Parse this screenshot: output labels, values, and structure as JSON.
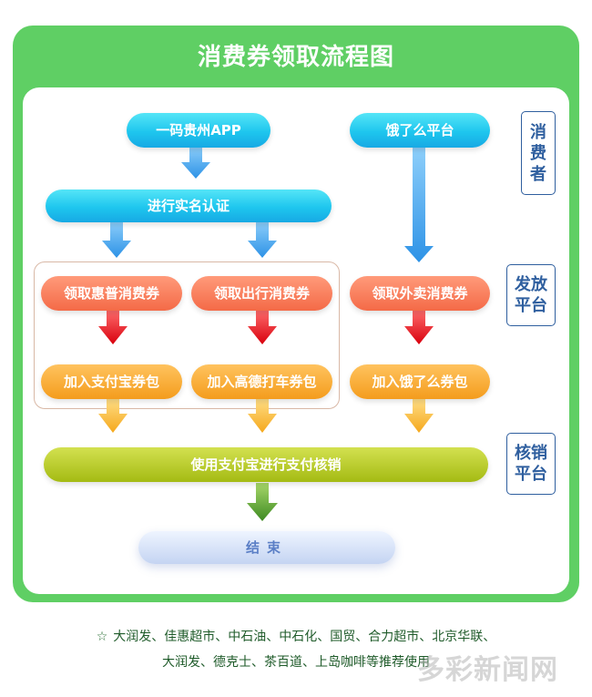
{
  "title": "消费券领取流程图",
  "nodes": {
    "guizhou_app": "一码贵州APP",
    "eleme": "饿了么平台",
    "realname": "进行实名认证",
    "coupon_general": "领取惠普消费券",
    "coupon_travel": "领取出行消费券",
    "coupon_takeout": "领取外卖消费券",
    "alipay_wallet": "加入支付宝券包",
    "gaode_wallet": "加入高德打车券包",
    "eleme_wallet": "加入饿了么券包",
    "alipay_pay": "使用支付宝进行支付核销",
    "end": "结束"
  },
  "side_labels": {
    "consumer": [
      "消",
      "费",
      "者"
    ],
    "issue_platform": [
      "发放",
      "平台"
    ],
    "verify_platform": [
      "核销",
      "平台"
    ]
  },
  "footer": {
    "star": "☆",
    "line1": "大润发、佳惠超市、中石油、中石化、国贸、合力超市、北京华联、",
    "line2": "大润发、德克士、茶百道、上岛咖啡等推荐使用"
  },
  "watermark": "多彩新闻网",
  "colors": {
    "frame_green": "#5fcf64",
    "blue_arrow": "#3fa6ee",
    "red_arrow": "#e5121b",
    "amber_arrow": "#f7b52c",
    "green_arrow": "#4e9b2c"
  }
}
